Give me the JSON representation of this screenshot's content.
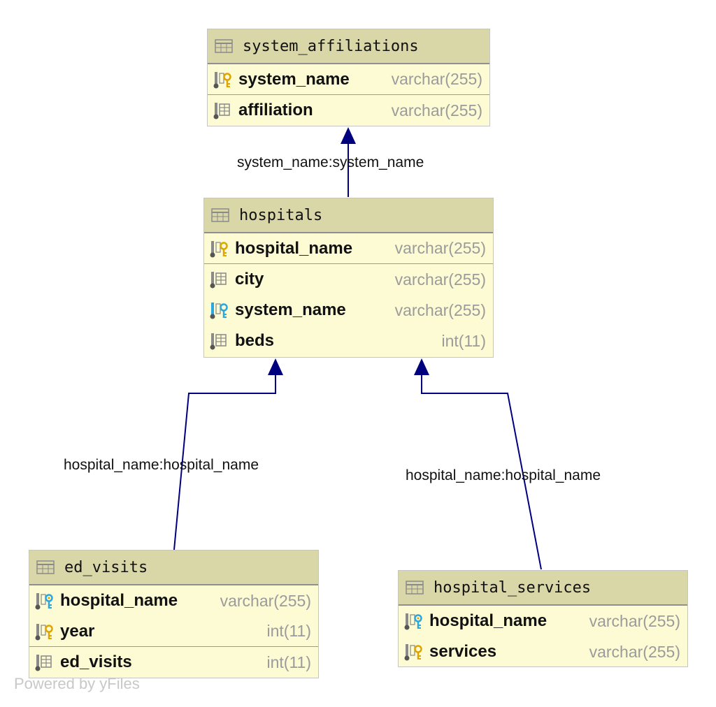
{
  "diagram": {
    "tables": [
      {
        "id": "system_affiliations",
        "name": "system_affiliations",
        "columns": [
          {
            "name": "system_name",
            "type": "varchar(255)",
            "icon": "primary-key-icon"
          },
          {
            "name": "affiliation",
            "type": "varchar(255)",
            "icon": "column-icon"
          }
        ]
      },
      {
        "id": "hospitals",
        "name": "hospitals",
        "columns": [
          {
            "name": "hospital_name",
            "type": "varchar(255)",
            "icon": "primary-key-icon"
          },
          {
            "name": "city",
            "type": "varchar(255)",
            "icon": "column-icon"
          },
          {
            "name": "system_name",
            "type": "varchar(255)",
            "icon": "foreign-key-icon"
          },
          {
            "name": "beds",
            "type": "int(11)",
            "icon": "column-icon"
          }
        ]
      },
      {
        "id": "ed_visits",
        "name": "ed_visits",
        "columns": [
          {
            "name": "hospital_name",
            "type": "varchar(255)",
            "icon": "primary-foreign-key-icon"
          },
          {
            "name": "year",
            "type": "int(11)",
            "icon": "primary-key-icon"
          },
          {
            "name": "ed_visits",
            "type": "int(11)",
            "icon": "column-icon"
          }
        ]
      },
      {
        "id": "hospital_services",
        "name": "hospital_services",
        "columns": [
          {
            "name": "hospital_name",
            "type": "varchar(255)",
            "icon": "primary-foreign-key-icon"
          },
          {
            "name": "services",
            "type": "varchar(255)",
            "icon": "primary-key-icon"
          }
        ]
      }
    ],
    "relations": [
      {
        "label": "system_name:system_name",
        "from": "hospitals",
        "to": "system_affiliations"
      },
      {
        "label": "hospital_name:hospital_name",
        "from": "ed_visits",
        "to": "hospitals"
      },
      {
        "label": "hospital_name:hospital_name",
        "from": "hospital_services",
        "to": "hospitals"
      }
    ],
    "colors": {
      "header": "#d9d6a8",
      "body": "#fdfbd4",
      "edge": "#00007f",
      "primary_key": "#e0a400",
      "foreign_key": "#2aa7e0"
    },
    "watermark": "Powered by yFiles"
  }
}
